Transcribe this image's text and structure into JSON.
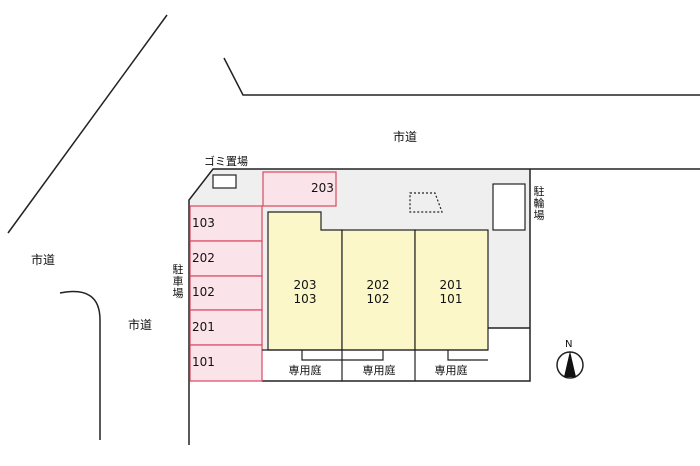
{
  "roads": {
    "top": "市道",
    "left": "市道",
    "bottom_left": "市道"
  },
  "labels": {
    "garbage": "ゴミ置場",
    "parking": "駐車場",
    "bicycle_parking": "駐輪場",
    "north": "N"
  },
  "parking_spaces": [
    "203",
    "103",
    "202",
    "102",
    "201",
    "101"
  ],
  "units": [
    {
      "upper": "203",
      "lower": "103",
      "garden": "専用庭"
    },
    {
      "upper": "202",
      "lower": "102",
      "garden": "専用庭"
    },
    {
      "upper": "201",
      "lower": "101",
      "garden": "専用庭"
    }
  ],
  "colors": {
    "parking_fill": "#fbe3ea",
    "parking_stroke": "#d9485e",
    "unit_fill": "#fbf7c8",
    "common_fill": "#efefef"
  }
}
